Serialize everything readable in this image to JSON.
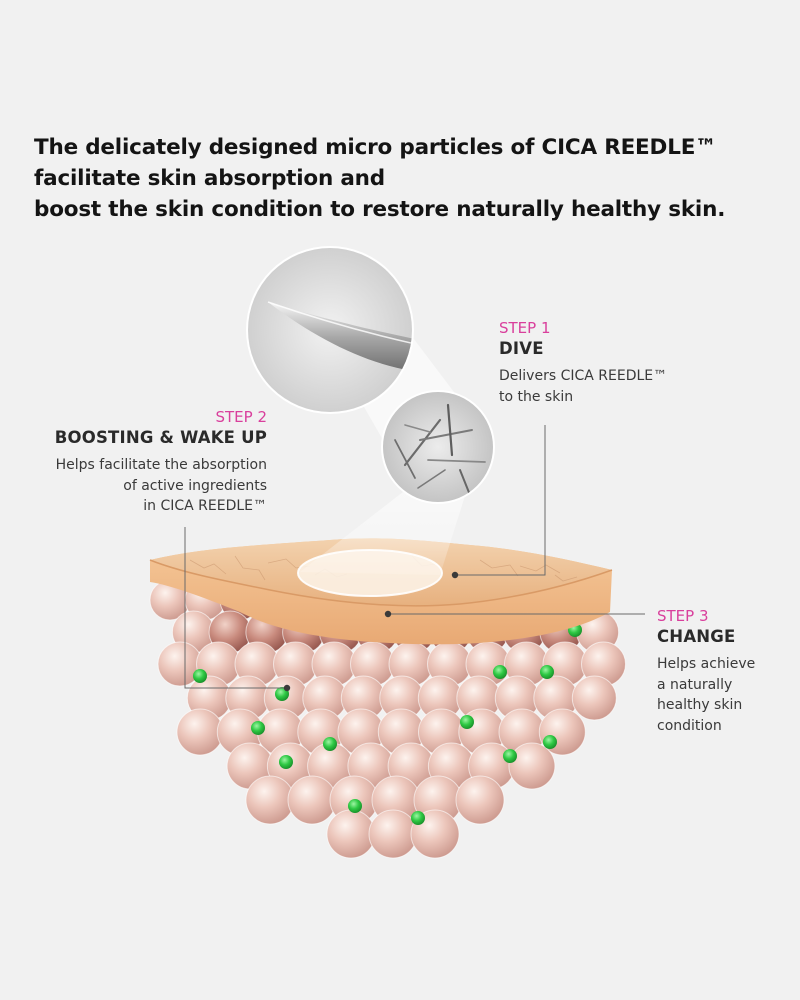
{
  "headline": {
    "line1": "The delicately designed micro particles of CICA REEDLE™",
    "line2": "facilitate skin absorption and",
    "line3": "boost the skin condition to restore naturally healthy skin."
  },
  "steps": [
    {
      "number": "STEP 1",
      "name": "DIVE",
      "desc_lines": [
        "Delivers CICA REEDLE™",
        "to the skin"
      ]
    },
    {
      "number": "STEP 2",
      "name": "BOOSTING & WAKE UP",
      "desc_lines": [
        "Helps facilitate the absorption",
        "of active ingredients",
        "in CICA REEDLE™"
      ]
    },
    {
      "number": "STEP 3",
      "name": "CHANGE",
      "desc_lines": [
        "Helps achieve",
        "a naturally",
        "healthy skin",
        "condition"
      ]
    }
  ],
  "colors": {
    "step_accent": "#d93f9c",
    "skin_surface": "#eebc8c",
    "cell": "#e2b0a4",
    "active_ingredient": "#2fc944"
  },
  "illustration": {
    "magnified_needle": "needle-magnified-icon",
    "needle_cluster": "micro-needles-icon",
    "skin_block": "skin-cross-section-icon"
  }
}
